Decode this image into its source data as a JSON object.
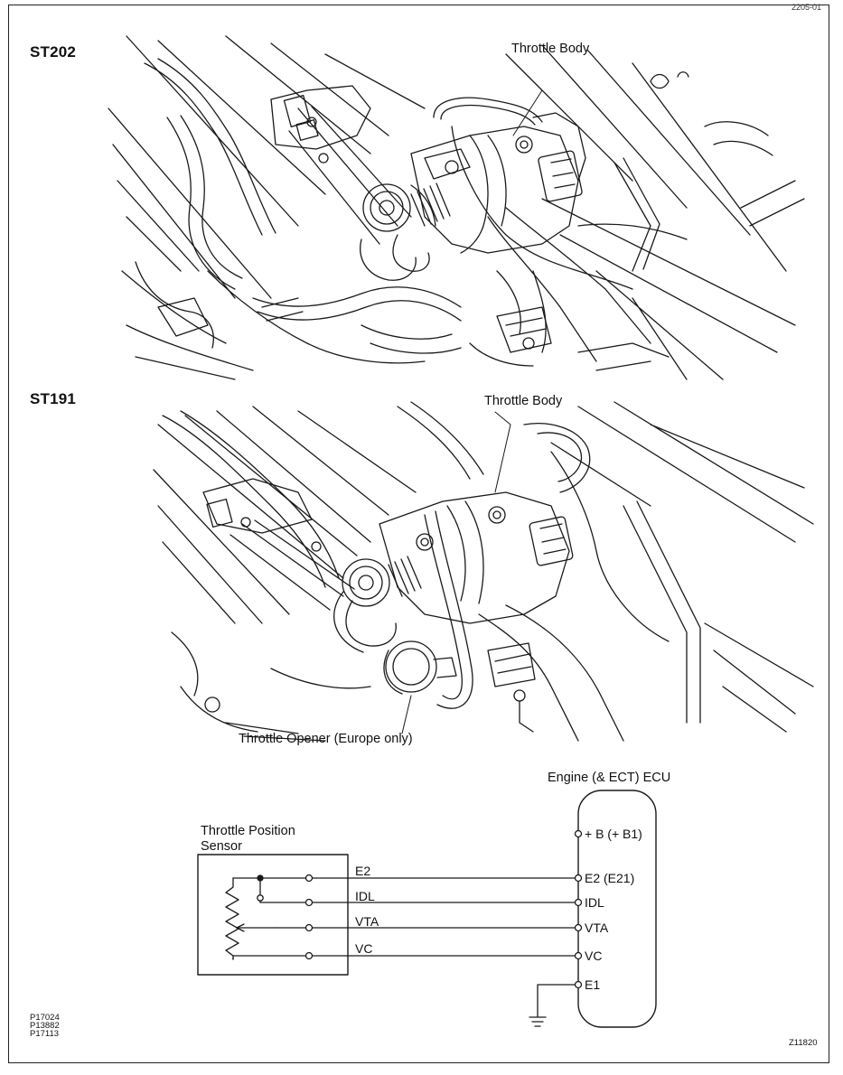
{
  "header": {
    "corner_code": "2205-01"
  },
  "figure_top": {
    "model_label": "ST202",
    "callout_throttle_body": "Throttle Body"
  },
  "figure_middle": {
    "model_label": "ST191",
    "callout_throttle_body": "Throttle Body",
    "callout_throttle_opener": "Throttle Opener (Europe only)"
  },
  "circuit": {
    "sensor_title_line1": "Throttle Position",
    "sensor_title_line2": "Sensor",
    "ecu_title": "Engine (& ECT) ECU",
    "sensor_pins": [
      "E2",
      "IDL",
      "VTA",
      "VC"
    ],
    "ecu_pins": [
      "+ B (+ B1)",
      "E2 (E21)",
      "IDL",
      "VTA",
      "VC",
      "E1"
    ]
  },
  "footer": {
    "ref_codes": [
      "P17024",
      "P13882",
      "P17113"
    ],
    "figure_code": "Z11820"
  }
}
